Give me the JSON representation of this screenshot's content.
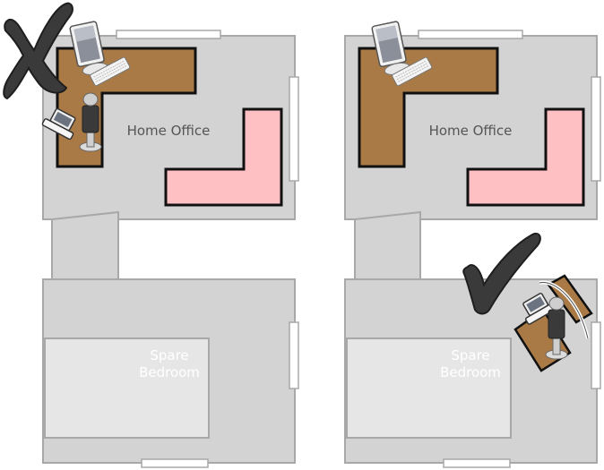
{
  "panels": [
    {
      "verdict": "incorrect",
      "verdict_icon": "cross-mark-icon",
      "office_label": "Home Office",
      "bedroom_label_line1": "Spare",
      "bedroom_label_line2": "Bedroom"
    },
    {
      "verdict": "correct",
      "verdict_icon": "check-mark-icon",
      "office_label": "Home Office",
      "bedroom_label_line1": "Spare",
      "bedroom_label_line2": "Bedroom"
    }
  ],
  "colors": {
    "floor": "#d3d3d3",
    "wall": "#a8a8a8",
    "desk": "#a97a45",
    "sofa": "#ffc0c4",
    "bed": "#e6e6e6",
    "mark": "#3a3a3a"
  }
}
